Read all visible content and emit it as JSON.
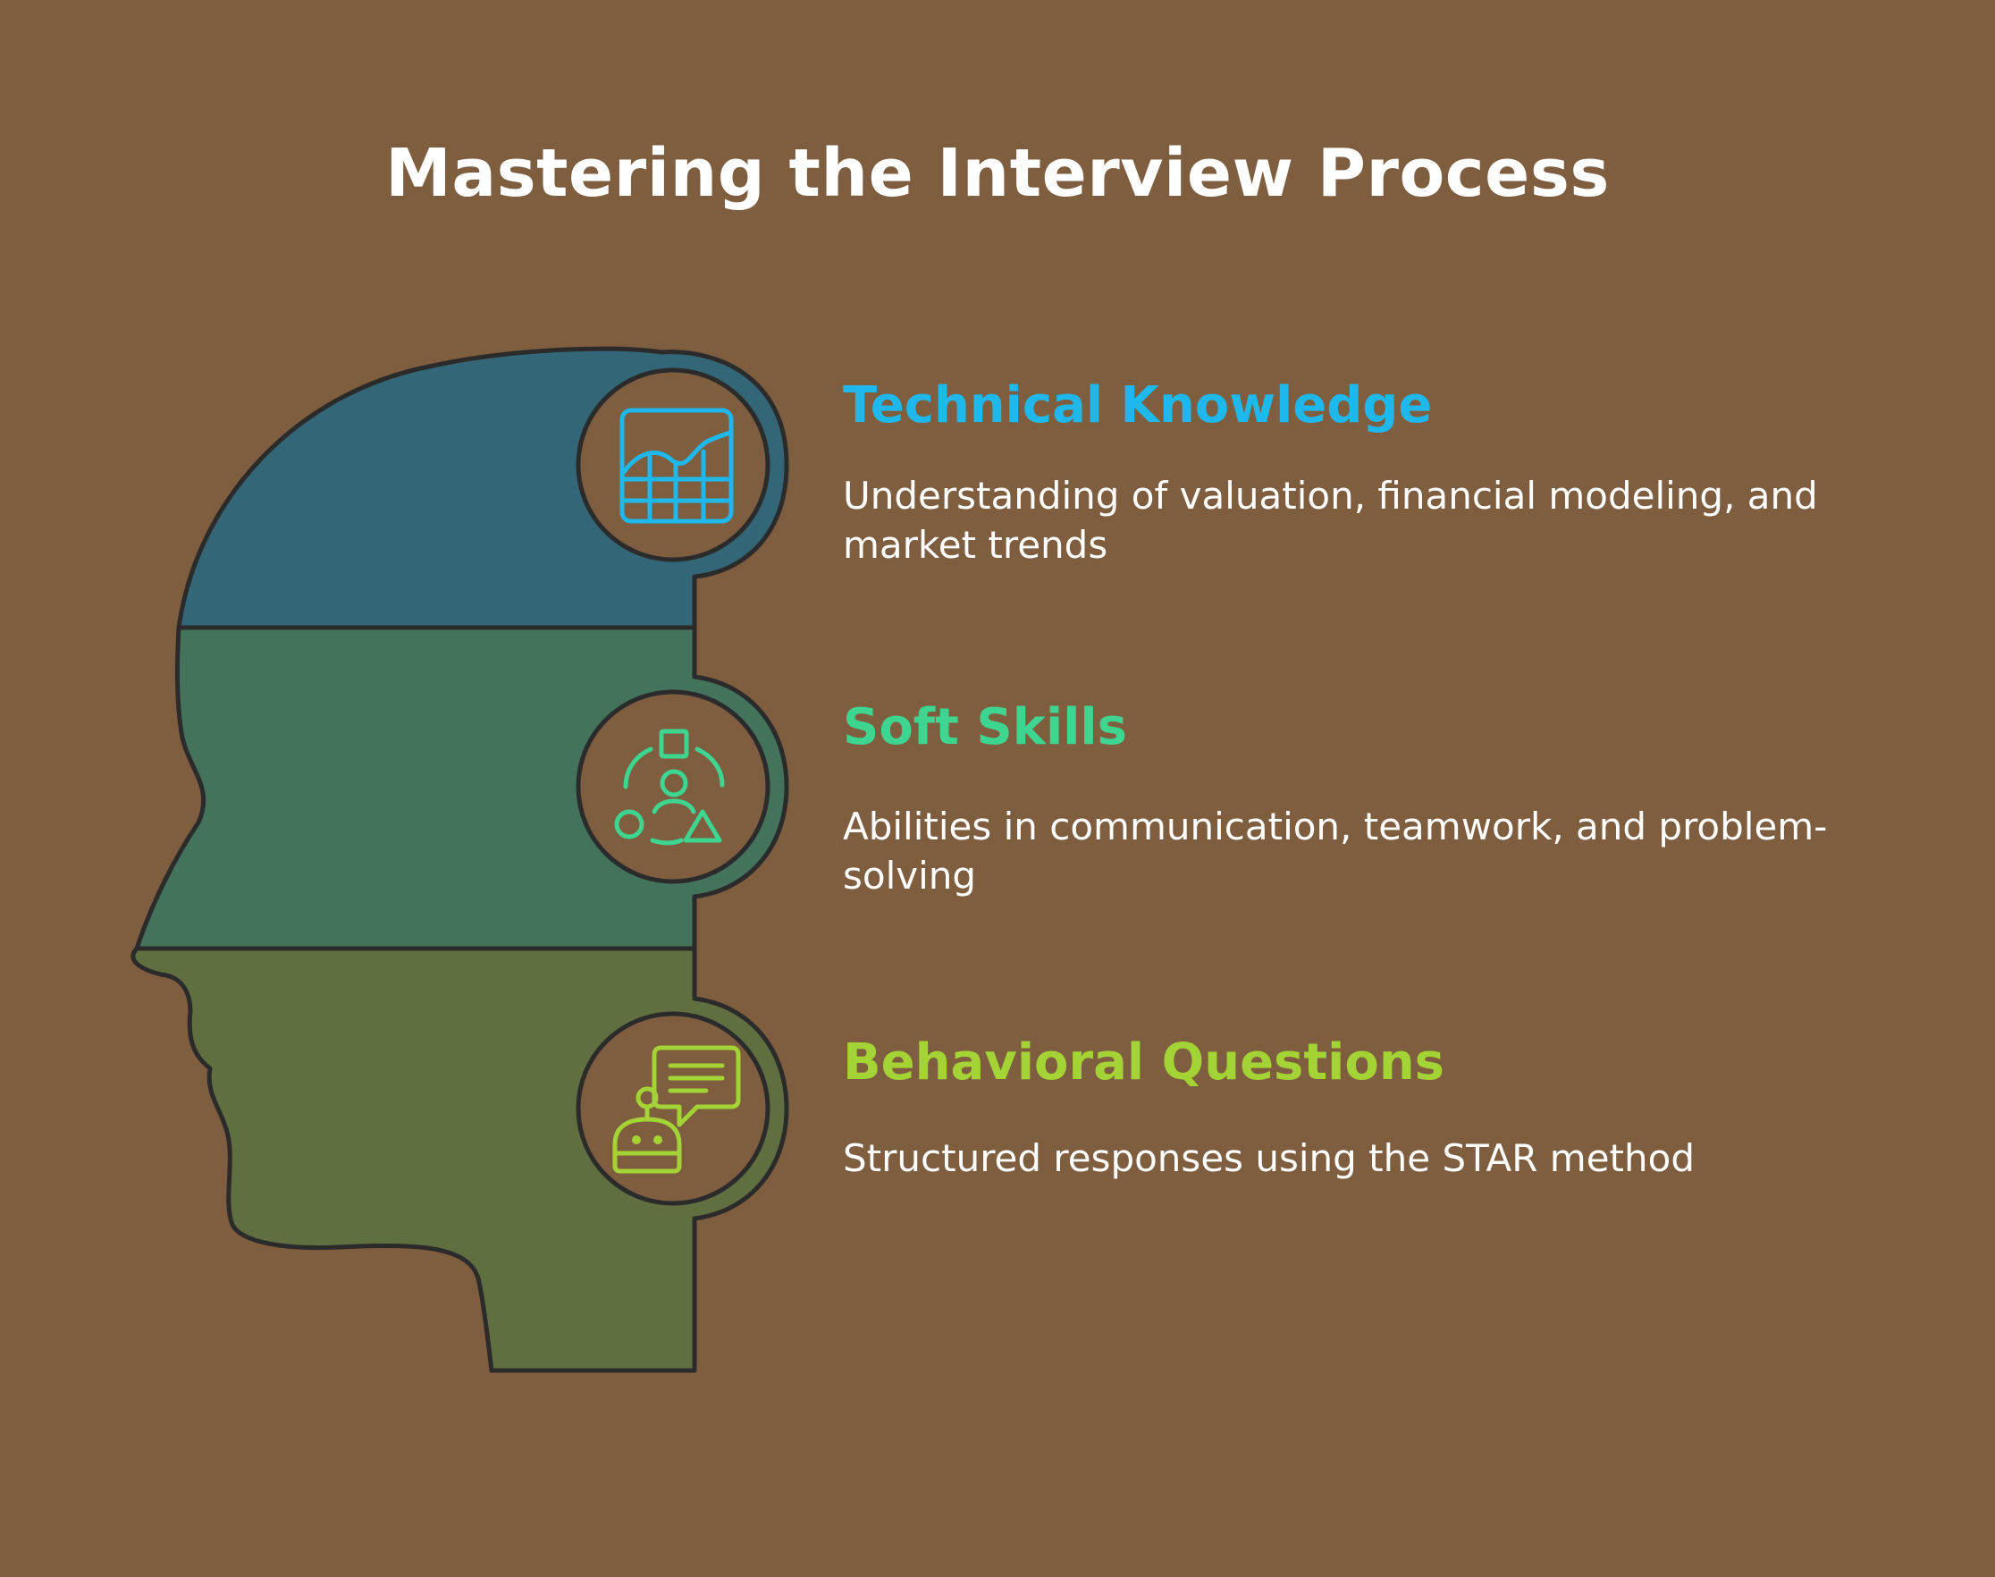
{
  "title": "Mastering the Interview Process",
  "colors": {
    "background": "#7f5d3f",
    "outline": "#2b2b2b",
    "text": "#ffffff"
  },
  "sections": [
    {
      "title": "Technical Knowledge",
      "description": "Understanding of valuation, financial modeling, and market trends",
      "icon": "financial-chart-icon",
      "color": "#1fb8ec",
      "fill": "#336677"
    },
    {
      "title": "Soft Skills",
      "description": "Abilities in communication, teamwork, and problem-solving",
      "icon": "teamwork-shapes-icon",
      "color": "#3dd58f",
      "fill": "#43735b"
    },
    {
      "title": "Behavioral Questions",
      "description": "Structured responses using the STAR method",
      "icon": "chatbot-speech-icon",
      "color": "#a3d334",
      "fill": "#5f6f40"
    }
  ]
}
